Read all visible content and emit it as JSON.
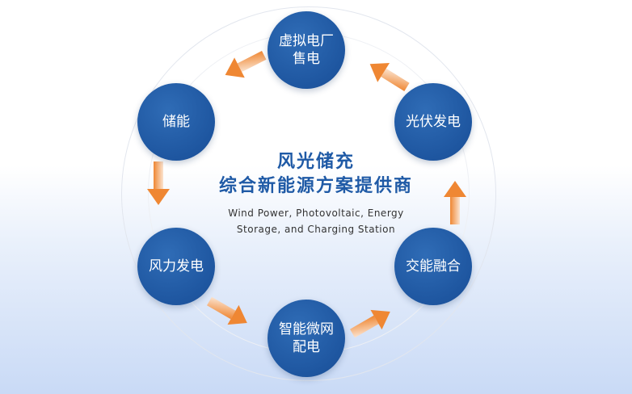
{
  "center": {
    "title_line1": "风光储充",
    "title_line2": "综合新能源方案提供商",
    "subtitle_line1": "Wind Power, Photovoltaic, Energy",
    "subtitle_line2": "Storage, and Charging Station"
  },
  "nodes": {
    "vpp": "虚拟电厂\n售电",
    "pv": "光伏发电",
    "ac": "交能融合",
    "microgrid": "智能微网\n配电",
    "wind": "风力发电",
    "storage": "储能"
  },
  "colors": {
    "node_blue": "#1e56a0",
    "title_blue": "#1f5aa6",
    "arrow_orange": "#f08a3c"
  }
}
